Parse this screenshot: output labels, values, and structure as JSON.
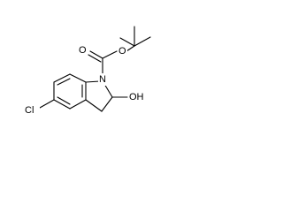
{
  "molecule": {
    "atom_labels": {
      "nitrogen": "N",
      "carbonyl_oxygen": "O",
      "ester_oxygen": "O",
      "hydroxyl": "OH",
      "chlorine": "Cl"
    }
  }
}
